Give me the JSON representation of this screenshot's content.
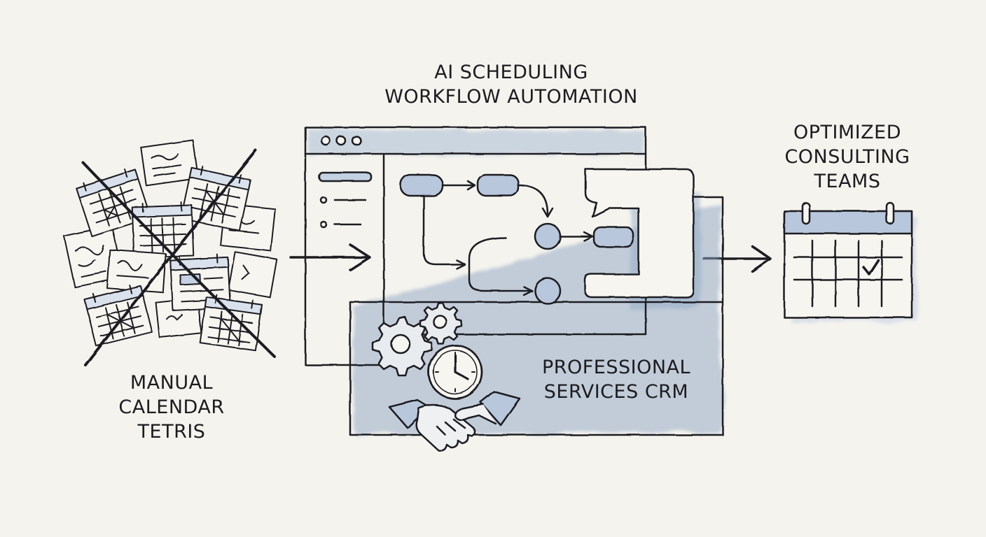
{
  "labels": {
    "manual": [
      "MANUAL",
      "CALENDAR",
      "TETRIS"
    ],
    "ai": [
      "AI SCHEDULING",
      "WORKFLOW AUTOMATION"
    ],
    "optimized": [
      "OPTIMIZED",
      "CONSULTING",
      "TEAMS"
    ],
    "crm": [
      "PROFESSIONAL",
      "SERVICES CRM"
    ]
  },
  "colors": {
    "ink": "#1e1e22",
    "wash": "#8fa6c4",
    "wash_light": "#c4d1e2",
    "paper": "#f4f3ee"
  },
  "icons": [
    "calendar-pile-icon",
    "cross-out-icon",
    "arrow-icon",
    "browser-window-icon",
    "flowchart-icon",
    "gear-icon",
    "clock-icon",
    "handshake-icon",
    "calendar-check-icon"
  ]
}
